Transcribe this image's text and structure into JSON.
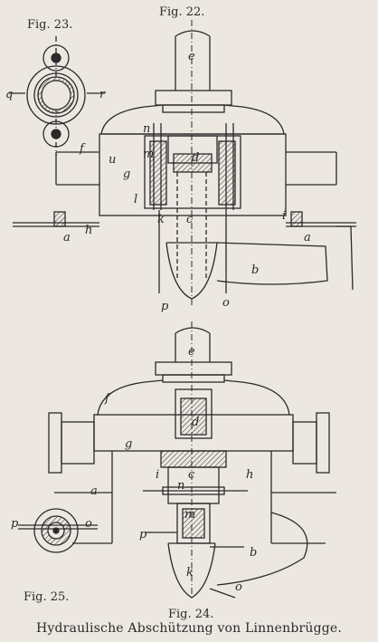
{
  "figures": {
    "fig23": "Fig. 23.",
    "fig22": "Fig. 22.",
    "fig25": "Fig. 25.",
    "fig24": "Fig. 24."
  },
  "caption": "Hydraulische Abschützung von Linnenbrügge.",
  "letters_fig22": [
    "e",
    "n",
    "m",
    "d",
    "u",
    "f",
    "g",
    "l",
    "k",
    "c",
    "i",
    "h",
    "a",
    "a",
    "b",
    "p",
    "o"
  ],
  "letters_fig23": [
    "q",
    "r"
  ],
  "letters_fig24": [
    "e",
    "f",
    "d",
    "g",
    "c",
    "n",
    "i",
    "h",
    "a",
    "m",
    "p",
    "k",
    "b",
    "o"
  ],
  "letters_fig25": [
    "p",
    "o"
  ]
}
